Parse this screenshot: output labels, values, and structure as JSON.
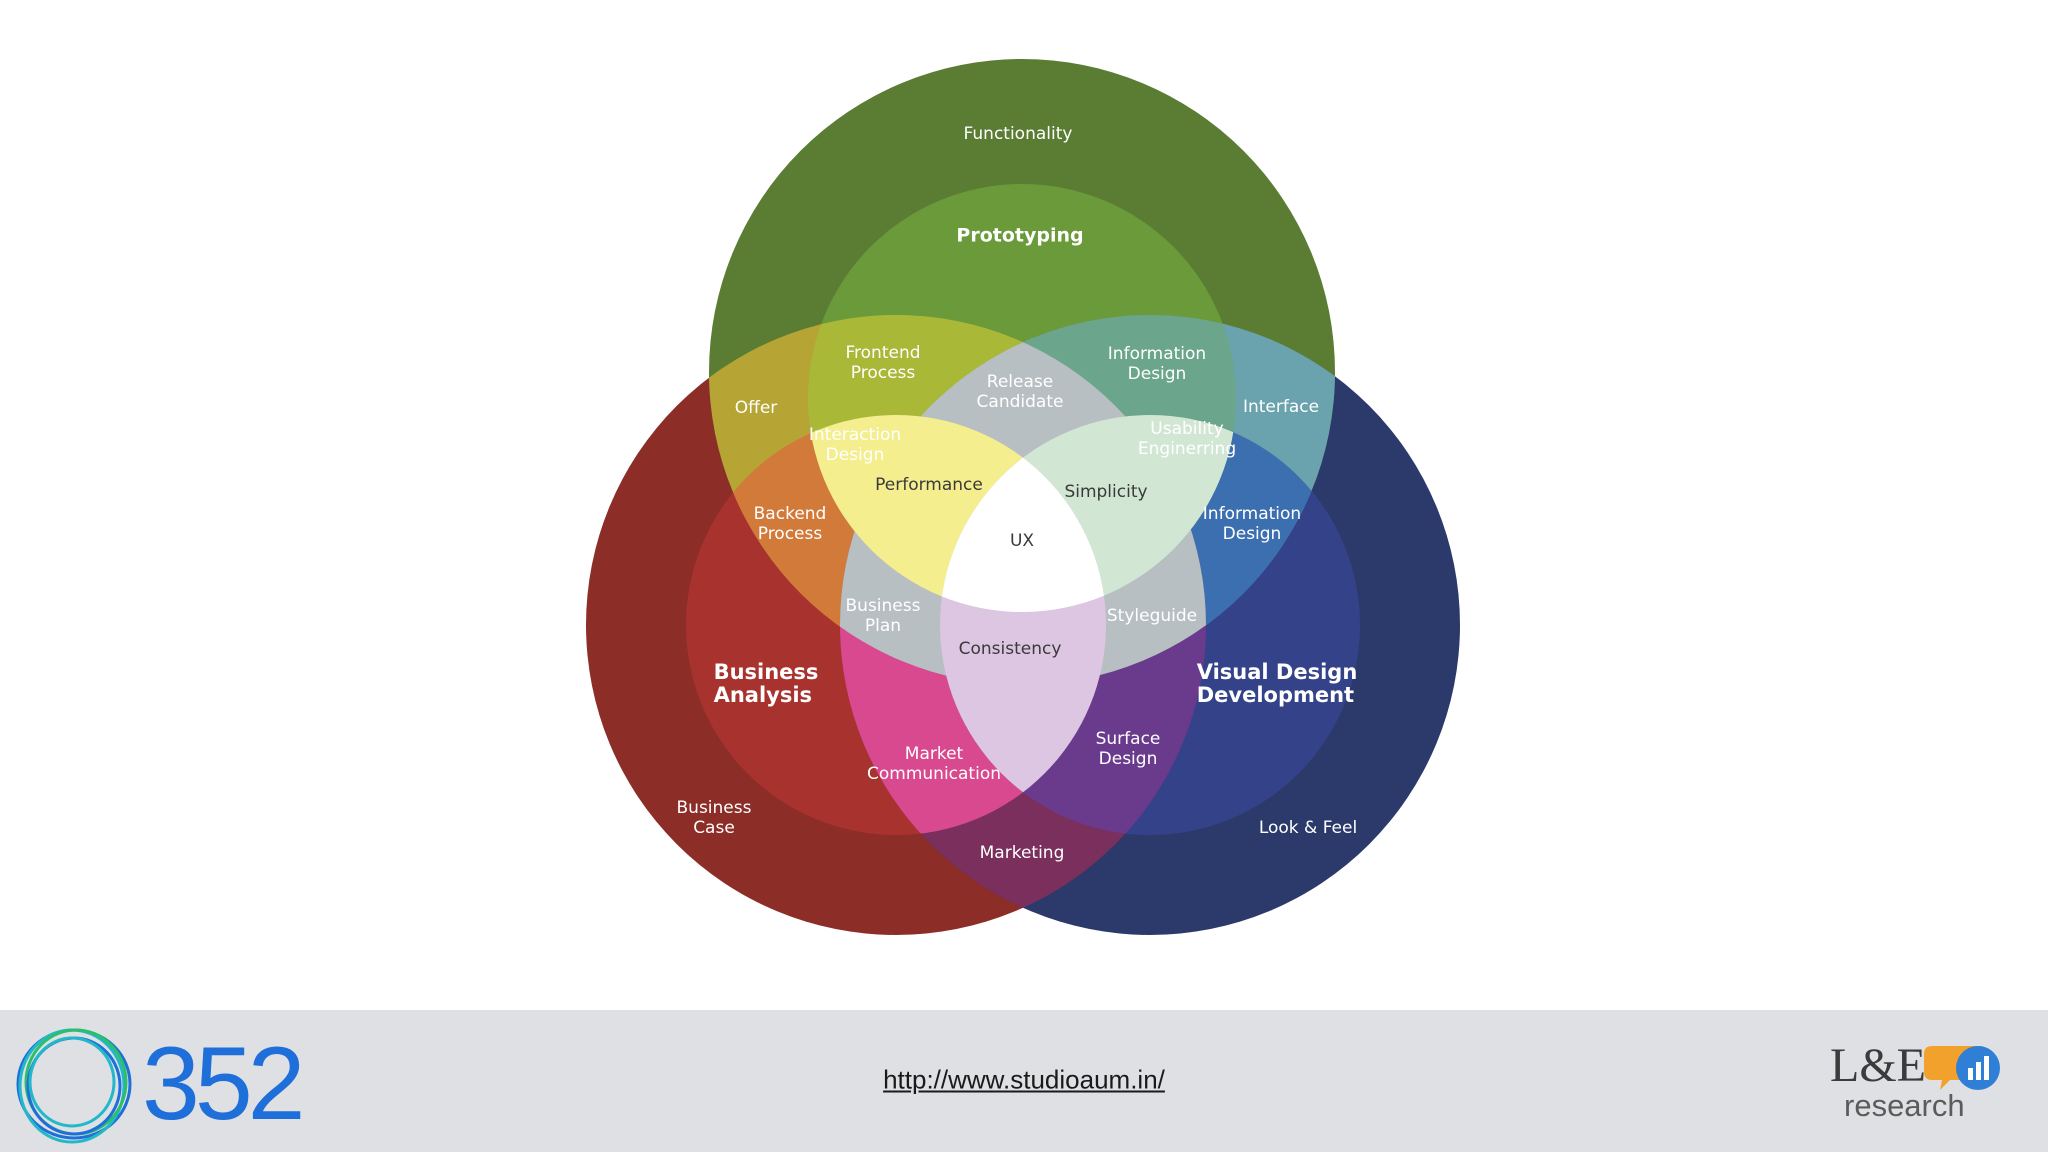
{
  "diagram": {
    "labels": {
      "functionality": "Functionality",
      "prototyping": "Prototyping",
      "frontend_process": "Frontend\nProcess",
      "information_design_top": "Information\nDesign",
      "release_candidate": "Release\nCandidate",
      "offer": "Offer",
      "interface": "Interface",
      "interaction_design": "Interaction\nDesign",
      "usability_engineering": "Usability\nEnginerring",
      "performance": "Performance",
      "simplicity": "Simplicity",
      "backend_process": "Backend\nProcess",
      "information_design_right": "Information\nDesign",
      "ux": "UX",
      "business_plan": "Business\nPlan",
      "styleguide": "Styleguide",
      "consistency": "Consistency",
      "business_analysis": "Business\nAnalysis",
      "visual_design_development": "Visual Design\nDevelopment",
      "market_communication": "Market\nCommunication",
      "surface_design": "Surface\nDesign",
      "business_case": "Business\nCase",
      "look_and_feel": "Look & Feel",
      "marketing": "Marketing"
    },
    "colors": {
      "green_outer": "#5a7d33",
      "green_inner": "#6b9a3a",
      "red_outer": "#8c2d28",
      "red_inner": "#a8322d",
      "blue_outer": "#2c3a6b",
      "blue_inner": "#34428a",
      "center": "#ffffff"
    }
  },
  "footer": {
    "logo_left": "352",
    "link": "http://www.studioaum.in/",
    "logo_right_top": "L&E",
    "logo_right_bottom": "research"
  }
}
